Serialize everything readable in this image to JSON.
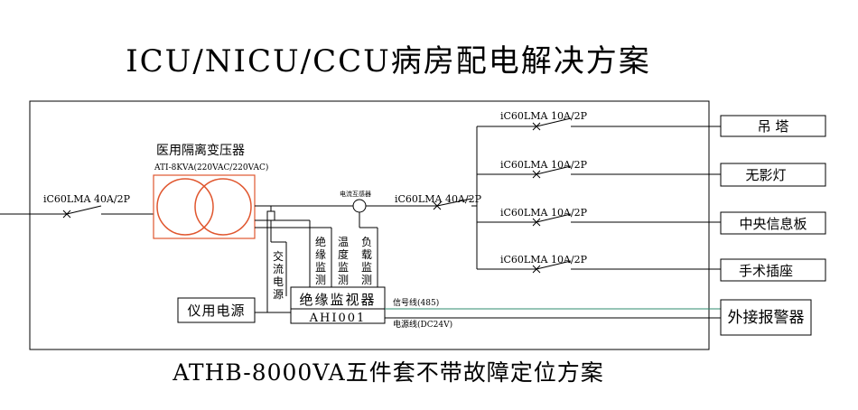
{
  "title": "ICU/NICU/CCU病房配电解决方案",
  "subtitle": "ATHB-8000VA五件套不带故障定位方案",
  "transformer": {
    "name": "医用隔离变压器",
    "model": "ATI-8KVA(220VAC/220VAC)"
  },
  "breakers": {
    "main_in": "iC60LMA 40A/2P",
    "main_out": "iC60LMA 40A/2P",
    "branch_1": "iC60LMA 10A/2P",
    "branch_2": "iC60LMA 10A/2P",
    "branch_3": "iC60LMA 10A/2P",
    "branch_4": "iC60LMA 10A/2P"
  },
  "current_transformer": "电流互感器",
  "loads": {
    "load_1": "吊 塔",
    "load_2": "无影灯",
    "load_3": "中央信息板",
    "load_4": "手术插座"
  },
  "external_alarm": "外接报警器",
  "instrument_power": "仪用电源",
  "monitor": {
    "name": "绝缘监视器",
    "model": "AHI001"
  },
  "vertical_labels": {
    "ac_power": "交流电源",
    "insulation": "绝缘监测",
    "temperature": "温度监测",
    "load": "负载监测"
  },
  "wires": {
    "signal": "信号线(485)",
    "power": "电源线(DC24V)"
  },
  "colors": {
    "transformer": "#e0562e",
    "signal_wire": "#2e8b6e",
    "line": "#000000"
  }
}
